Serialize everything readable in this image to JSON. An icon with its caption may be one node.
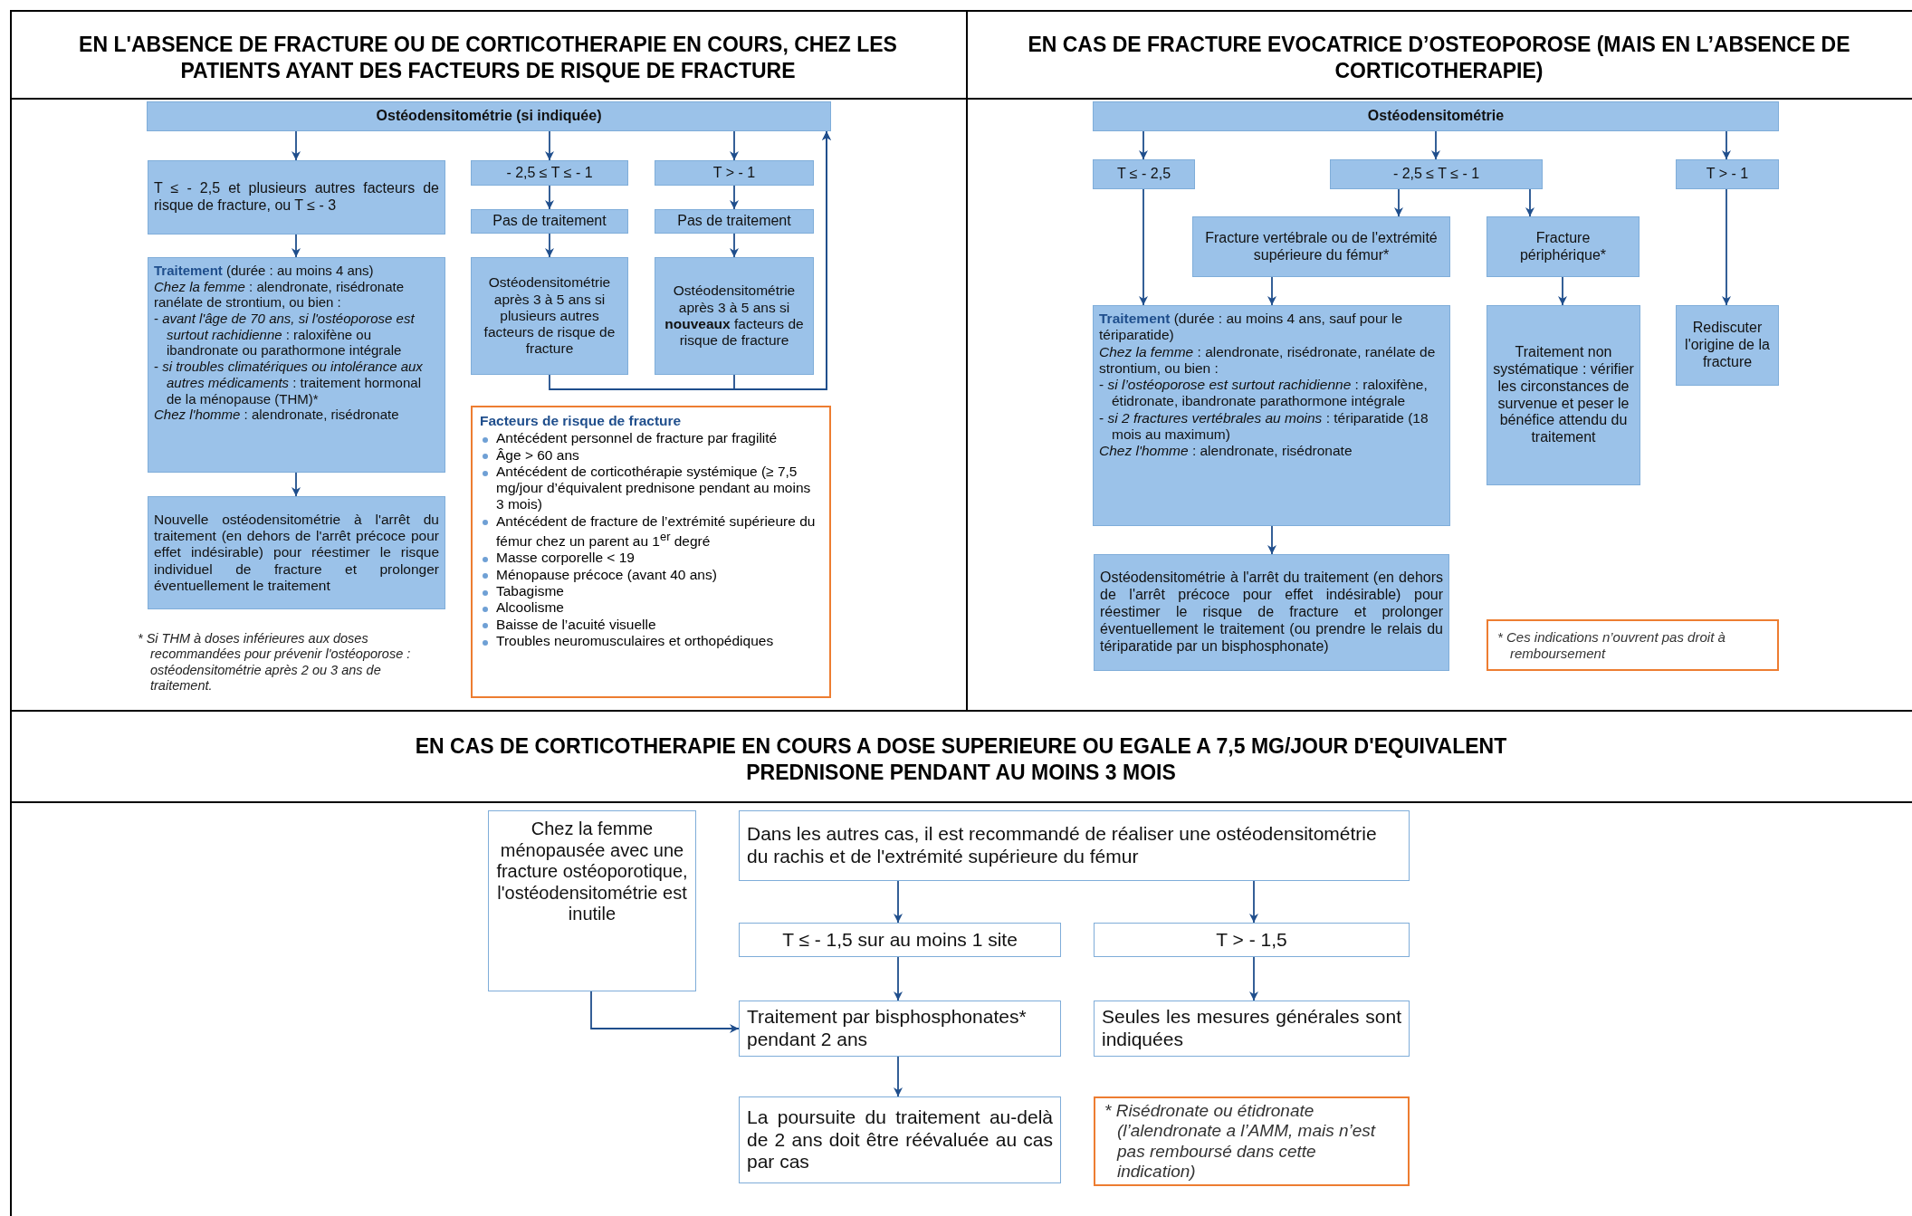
{
  "diagram": {
    "nodes": [
      {
        "text": [
          "EN L'ABSENCE DE FRACTURE OU DE CORTICOTHERAPIE EN COURS, CHEZ LES PATIENTS AYANT DES FACTEURS DE RISQUE DE FRACTURE"
        ]
      },
      {
        "text": [
          "Ostéodensitométrie (si indiquée)"
        ],
        "in": 0
      },
      {
        "text": [
          "T ≤ - 2,5 et plusieurs autres facteurs de risque de fracture, ou T ≤ - 3"
        ],
        "in": 0
      },
      {
        "text": [
          "- 2,5 ≤ T ≤ - 1"
        ],
        "in": 0
      },
      {
        "text": [
          "T > - 1"
        ],
        "in": 0
      },
      {
        "text": [
          "Pas de traitement"
        ],
        "in": 0
      },
      {
        "text": [
          "Pas de traitement"
        ],
        "in": 0
      },
      {
        "text": [
          "Ostéodensitométrie après 3 à 5 ans si plusieurs autres facteurs de risque de fracture"
        ],
        "in": 0
      },
      {
        "text": [
          "Ostéodensitométrie après 3 à 5 ans si **nouveaux** facteurs de risque de fracture"
        ],
        "in": 0
      },
      {
        "text": [
          "**Traitement** (durée : au moins 4 ans)",
          "*Chez la femme* : alendronate, risédronate ranélate de strontium, ou bien :",
          "- *avant l'âge de 70 ans, si l'ostéoporose est surtout rachidienne* : raloxifène ou ibandronate ou parathormone intégrale",
          "- *si troubles climatériques ou intolérance aux autres médicaments* : traitement hormonal de la ménopause (THM)*",
          "*Chez l'homme* : alendronate, risédronate"
        ],
        "in": 0
      },
      {
        "text": [
          "Facteurs de risque de fracture",
          "Antécédent personnel de fracture par fragilité",
          "Âge > 60 ans",
          "Antécédent de corticothérapie systémique (≥ 7,5 mg/jour d’équivalent prednisone pendant au moins 3 mois)",
          "Antécédent de fracture de l’extrémité supérieure du fémur chez un parent au 1$^{er}$ degré",
          "Masse corporelle < 19",
          "Ménopause précoce (avant 40 ans)",
          "Tabagisme",
          "Alcoolisme",
          "Baisse de l’acuité visuelle",
          "Troubles neuromusculaires et orthopédiques"
        ],
        "in": 0
      },
      {
        "text": [
          "Nouvelle ostéodensitométrie à l'arrêt du traitement (en dehors de l'arrêt précoce pour effet indésirable) pour réestimer le risque individuel de fracture et prolonger éventuellement le traitement"
        ],
        "in": 0
      },
      {
        "text": [
          "EN CAS DE FRACTURE EVOCATRICE D’OSTEOPOROSE (MAIS EN L’ABSENCE DE CORTICOTHERAPIE)"
        ]
      },
      {
        "text": [
          "Ostéodensitométrie"
        ],
        "in": 12
      },
      {
        "text": [
          "T ≤ - 2,5"
        ],
        "in": 12
      },
      {
        "text": [
          "- 2,5 ≤ T ≤ - 1"
        ],
        "in": 12
      },
      {
        "text": [
          "T > - 1"
        ],
        "in": 12
      },
      {
        "text": [
          "Fracture vertébrale ou de l'extrémité supérieure du fémur*"
        ],
        "in": 12
      },
      {
        "text": [
          "Fracture périphérique*"
        ],
        "in": 12
      },
      {
        "text": [
          "**Traitement** (durée : au moins 4 ans, sauf pour le tériparatide)",
          "*Chez la femme* : alendronate, risédronate, ranélate de strontium, ou bien :",
          "- *si l’ostéoporose est surtout rachidienne* : raloxifène, étidronate, ibandronate parathormone intégrale",
          "- *si 2 fractures vertébrales au moins* : tériparatide (18 mois au maximum)",
          "*Chez l'homme* : alendronate, risédronate"
        ],
        "in": 12
      },
      {
        "text": [
          "Traitement non systématique : vérifier les circonstances de survenue et peser le bénéfice attendu du traitement"
        ],
        "in": 12
      },
      {
        "text": [
          "Rediscuter l'origine de la fracture"
        ],
        "in": 12
      },
      {
        "text": [
          "Ostéodensitométrie à l'arrêt du traitement (en dehors de l'arrêt précoce pour effet indésirable) pour réestimer le risque de fracture et prolonger éventuellement le traitement (ou prendre le relais du tériparatide par un bisphosphonate)"
        ],
        "in": 12
      },
      {
        "text": [
          "* Ces indications n’ouvrent pas droit à remboursement"
        ],
        "in": 12
      },
      {
        "text": [
          "EN CAS DE CORTICOTHERAPIE EN COURS A DOSE SUPERIEURE OU EGALE A 7,5 MG/JOUR D'EQUIVALENT PREDNISONE PENDANT AU MOINS 3 MOIS"
        ]
      },
      {
        "text": [
          "Chez la femme ménopausée avec une fracture ostéoporotique, l'ostéodensitométrie est inutile"
        ],
        "in": 24
      },
      {
        "text": [
          "Dans les autres cas, il est recommandé de réaliser une ostéodensitométrie du rachis et de l'extrémité supérieure du fémur"
        ],
        "in": 24
      },
      {
        "text": [
          "T ≤ - 1,5 sur au moins 1 site"
        ],
        "in": 24
      },
      {
        "text": [
          "T > - 1,5"
        ],
        "in": 24
      },
      {
        "text": [
          "Traitement par bisphosphonates* pendant 2 ans"
        ],
        "in": 24
      },
      {
        "text": [
          "Seules les mesures générales sont indiquées"
        ],
        "in": 24
      },
      {
        "text": [
          "La poursuite du traitement au-delà de 2 ans doit être réévaluée au cas par cas"
        ],
        "in": 24
      },
      {
        "text": [
          "* Risédronate ou étidronate (l’alendronate a l’AMM, mais n’est pas remboursé dans cette indication)"
        ],
        "in": 24
      }
    ],
    "edges": [
      {
        "from": 1,
        "to": 2,
        "arrow": "to"
      },
      {
        "from": 1,
        "to": 3,
        "arrow": "to"
      },
      {
        "from": 1,
        "to": 4,
        "arrow": "to"
      },
      {
        "from": 3,
        "to": 5,
        "arrow": "to"
      },
      {
        "from": 4,
        "to": 6,
        "arrow": "to"
      },
      {
        "from": 5,
        "to": 7,
        "arrow": "to"
      },
      {
        "from": 6,
        "to": 8,
        "arrow": "to"
      },
      {
        "from": 2,
        "to": 9,
        "arrow": "to"
      },
      {
        "from": 9,
        "to": 11,
        "arrow": "to"
      },
      {
        "from": 7,
        "to": 1,
        "arrow": "to"
      },
      {
        "from": 8,
        "to": 1,
        "arrow": "to"
      },
      {
        "from": 13,
        "to": 14,
        "arrow": "to"
      },
      {
        "from": 13,
        "to": 15,
        "arrow": "to"
      },
      {
        "from": 13,
        "to": 16,
        "arrow": "to"
      },
      {
        "from": 14,
        "to": 19,
        "arrow": "to"
      },
      {
        "from": 15,
        "to": 17,
        "arrow": "to"
      },
      {
        "from": 15,
        "to": 18,
        "arrow": "to"
      },
      {
        "from": 17,
        "to": 19,
        "arrow": "to"
      },
      {
        "from": 18,
        "to": 20,
        "arrow": "to"
      },
      {
        "from": 16,
        "to": 21,
        "arrow": "to"
      },
      {
        "from": 19,
        "to": 22,
        "arrow": "to"
      },
      {
        "from": 26,
        "to": 27,
        "arrow": "to"
      },
      {
        "from": 26,
        "to": 28,
        "arrow": "to"
      },
      {
        "from": 27,
        "to": 29,
        "arrow": "to"
      },
      {
        "from": 28,
        "to": 30,
        "arrow": "to"
      },
      {
        "from": 29,
        "to": 31,
        "arrow": "to"
      },
      {
        "from": 25,
        "to": 29,
        "arrow": "to"
      }
    ],
    "labels": [
      "* Si THM à doses inférieures aux doses recommandées pour prévenir l'ostéoporose : ostéodensitométrie après 2 ou 3 ans de traitement."
    ]
  }
}
